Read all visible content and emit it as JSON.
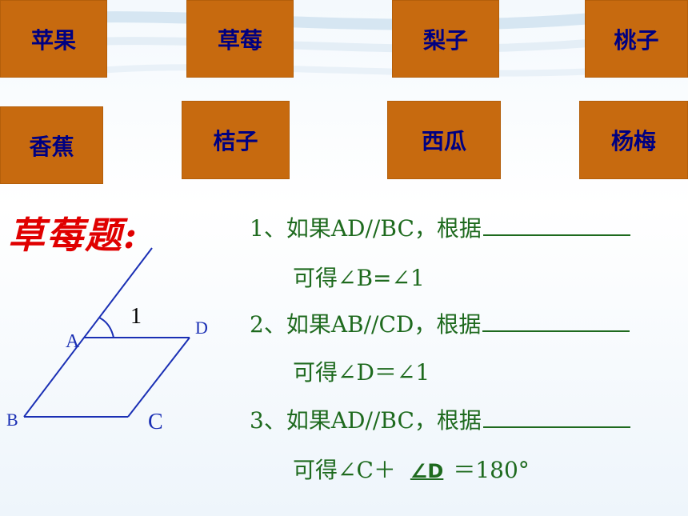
{
  "tiles_row1": [
    "苹果",
    "草莓",
    "梨子",
    "桃子"
  ],
  "tiles_row2": [
    "香蕉",
    "桔子",
    "西瓜",
    "杨梅"
  ],
  "title": "草莓题:",
  "questions": [
    {
      "line1": "1、如果AD//BC，根据",
      "line2": "可得∠B=∠1"
    },
    {
      "line1": "2、如果AB//CD，根据",
      "line2": "可得∠D＝∠1"
    },
    {
      "line1": "3、如果AD//BC，根据",
      "line2_prefix": "可得∠C＋",
      "answer": "∠D",
      "line2_suffix": "＝180°"
    }
  ],
  "figure": {
    "label_a": "A",
    "label_b": "B",
    "label_c": "C",
    "label_d": "D",
    "label_1": "1"
  },
  "colors": {
    "tile_bg": "#c76a0f",
    "tile_text": "#000080",
    "title": "#e00000",
    "question_text": "#1e6a1e",
    "figure_stroke": "#1a2fb4"
  }
}
